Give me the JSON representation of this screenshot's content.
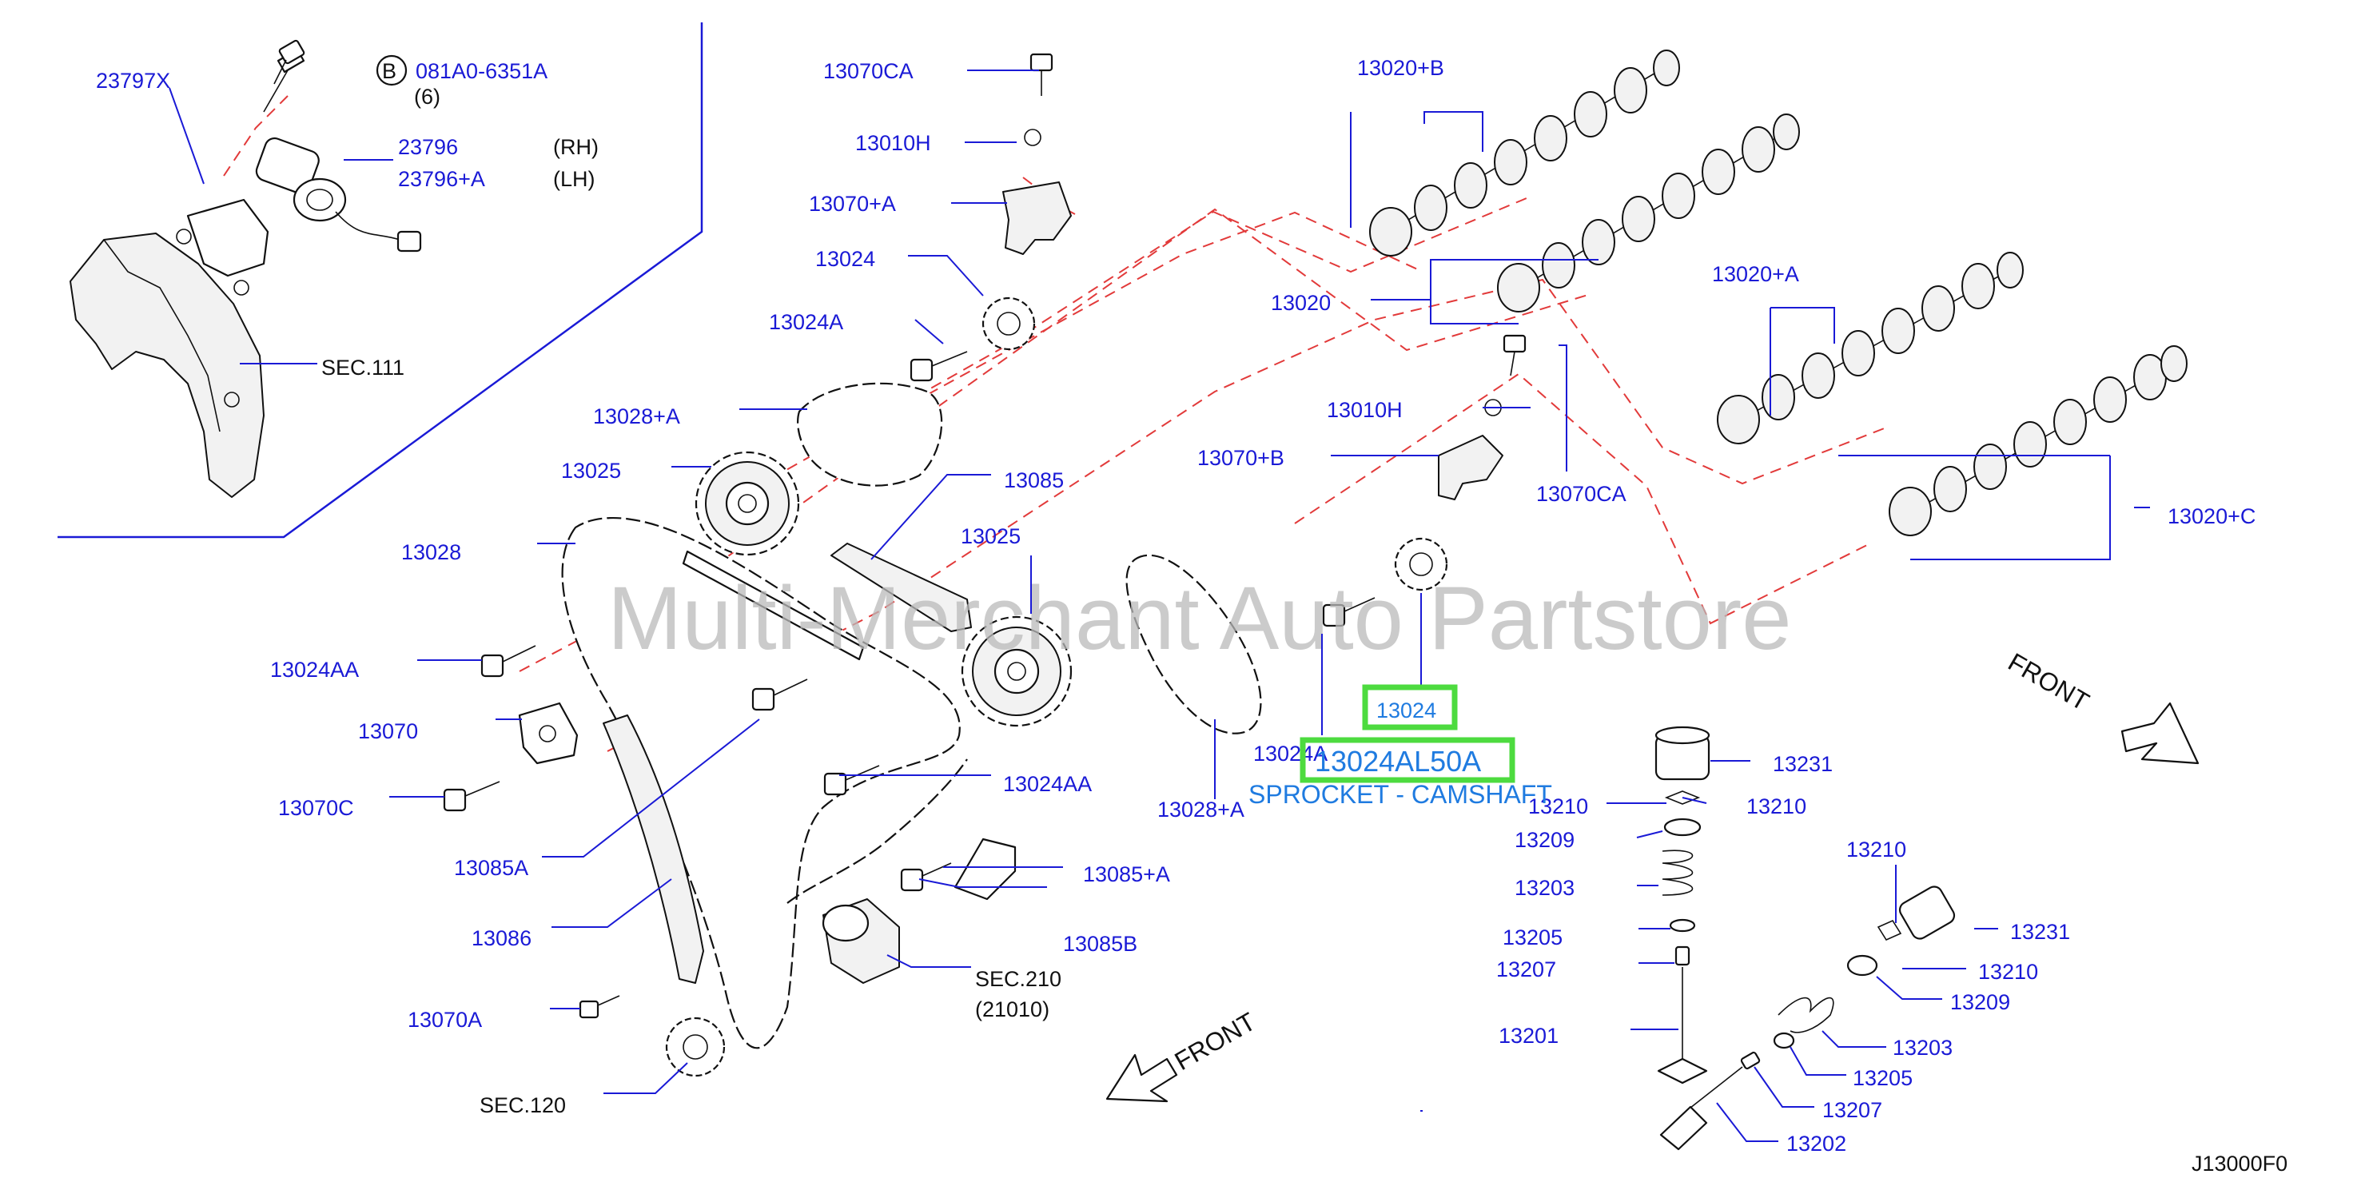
{
  "watermark": "Multi-Merchant Auto Partstore",
  "diagram_code": "J13000F0",
  "front_label": "FRONT",
  "callout": {
    "part_number": "13024",
    "oem_number": "13024AL50A",
    "description": "SPROCKET - CAMSHAFT"
  },
  "bolt_spec": {
    "circle": "B",
    "number": "081A0-6351A",
    "qty": "(6)"
  },
  "side_labels": {
    "rh": "(RH)",
    "lh": "(LH)"
  },
  "labels": {
    "l_23797x": "23797X",
    "l_23796": "23796",
    "l_23796a": "23796+A",
    "l_sec111": "SEC.111",
    "l_13070ca_top": "13070CA",
    "l_13010h_top": "13010H",
    "l_13070a_plus": "13070+A",
    "l_13024_top": "13024",
    "l_13024a_top": "13024A",
    "l_13028a_top": "13028+A",
    "l_13025_left": "13025",
    "l_13028": "13028",
    "l_13085": "13085",
    "l_13025_mid": "13025",
    "l_13024aa_1": "13024AA",
    "l_13070": "13070",
    "l_13070c": "13070C",
    "l_13085a": "13085A",
    "l_13086": "13086",
    "l_13070a": "13070A",
    "l_sec120": "SEC.120",
    "l_13024aa_2": "13024AA",
    "l_13085a_plus": "13085+A",
    "l_13085b": "13085B",
    "l_sec210": "SEC.210",
    "l_sec210_sub": "(21010)",
    "l_13020b": "13020+B",
    "l_13020": "13020",
    "l_13010h_mid": "13010H",
    "l_13070b": "13070+B",
    "l_13070ca_mid": "13070CA",
    "l_13020a": "13020+A",
    "l_13020c": "13020+C",
    "l_13024a_right": "13024A",
    "l_13028a_bottom": "13028+A",
    "l_13231_a": "13231",
    "l_13210_a": "13210",
    "l_13210_b": "13210",
    "l_13209_a": "13209",
    "l_13203_a": "13203",
    "l_13205_a": "13205",
    "l_13207_a": "13207",
    "l_13201": "13201",
    "l_13210_c": "13210",
    "l_13231_b": "13231",
    "l_13210_d": "13210",
    "l_13209_b": "13209",
    "l_13203_b": "13203",
    "l_13205_b": "13205",
    "l_13207_b": "13207",
    "l_13202": "13202"
  },
  "colors": {
    "label": "#1a1ad6",
    "centerline": "#e23a3a",
    "highlight": "#4ddb3f",
    "callout_text": "#1f7be0",
    "watermark": "#b9b9b9"
  }
}
